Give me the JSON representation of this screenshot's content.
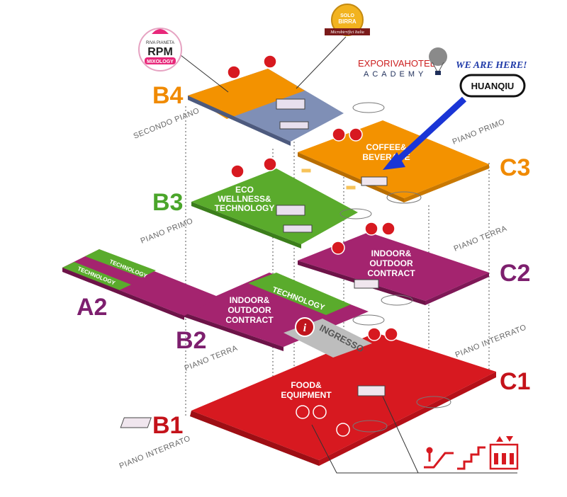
{
  "header": {
    "expo_text": "EXPORIVAHOTEL",
    "academy_text": "ACADEMY",
    "we_are_here": "WE ARE HERE!",
    "brand_logo": "HUANQIU",
    "badge_rpm_top": "RIVA PIANETA",
    "badge_rpm_main": "RPM",
    "badge_rpm_sub": "MIXOLOGY",
    "badge_solo_top": "SOLO",
    "badge_solo_main": "BIRRA",
    "badge_solo_sub": "Microbirrifici Italia"
  },
  "halls": {
    "A2": "A2",
    "B1": "B1",
    "B2": "B2",
    "B3": "B3",
    "B4": "B4",
    "C1": "C1",
    "C2": "C2",
    "C3": "C3"
  },
  "floors": {
    "secondo": "SECONDO PIANO",
    "primo_left": "PIANO PRIMO",
    "primo_right": "PIANO PRIMO",
    "terra_left": "PIANO TERRA",
    "terra_right": "PIANO TERRA",
    "interrato_left": "PIANO INTERRATO",
    "interrato_right": "PIANO INTERRATO"
  },
  "areas": {
    "coffee": [
      "COFFEE&",
      "BEVERAGE"
    ],
    "eco": [
      "ECO",
      "WELLNESS&",
      "TECHNOLOGY"
    ],
    "indoor_c2": [
      "INDOOR&",
      "OUTDOOR",
      "CONTRACT"
    ],
    "indoor_b2": [
      "INDOOR&",
      "OUTDOOR",
      "CONTRACT"
    ],
    "food": [
      "FOOD&",
      "EQUIPMENT"
    ],
    "technology_b2": "TECHNOLOGY",
    "technology_a2_1": "TECHNOLOGY",
    "technology_a2_2": "TECHNOLOGY",
    "ingresso": "INGRESSO",
    "info": "i"
  },
  "colors": {
    "orange": "#f39200",
    "blue_grey": "#7f8fb6",
    "green": "#5aab2c",
    "magenta": "#a4246f",
    "red": "#d71920",
    "hall_orange": "#f08a00",
    "hall_green": "#4aa52a",
    "hall_purple": "#7d1f6e",
    "hall_red": "#c4121a",
    "arrow_blue": "#1a35d6"
  },
  "legend_icons": [
    "escalator-icon",
    "stairs-icon",
    "elevator-icon"
  ]
}
